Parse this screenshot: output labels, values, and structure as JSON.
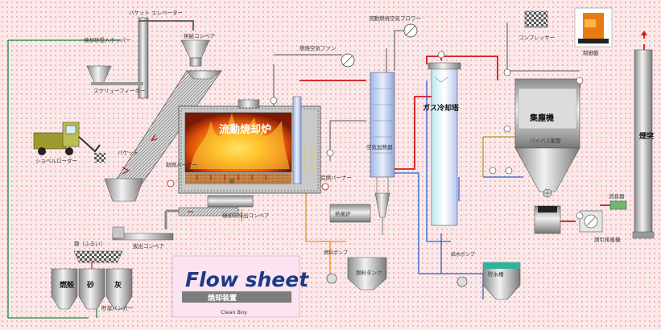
{
  "labels": {
    "bucket_elevator": "バケット エレベーター",
    "sand_hopper": "焼却砂受入ホッパー",
    "screw_feeder": "スクリューフィーダー",
    "supply_conveyor": "供給コンベア",
    "bucket": "バケット",
    "shovel_loader": "ショベルローダー",
    "furnace": "流動焼却炉",
    "startup_burner": "助燃バーナー",
    "sand": "砂",
    "auxiliary_burner": "造燃バーナー",
    "ash_discharge_conveyor": "焼却灰排出コンベア",
    "extraction_conveyor": "抜出コンベア",
    "sieve": "篩（ふるい）",
    "bunker_1": "燃殻",
    "bunker_2": "砂",
    "bunker_3": "灰",
    "storage_bunker": "貯溜バンカー",
    "combustion_fan": "燃焼空気ファン",
    "cooling_blower": "流動燃焼空気ブロワー",
    "air_preheater": "空気加熱器",
    "gas_cooling_tower": "ガス冷却塔",
    "compressor": "コンプレッサー",
    "control_panel": "制御盤",
    "dust_collector": "集塵機",
    "bypass_duct": "バイパス配管",
    "combustion_blower": "熱風炉",
    "fuel_pump": "燃料ポンプ",
    "fuel_tank": "燃料タンク",
    "water_pump": "給水ポンプ",
    "water_tank": "貯水槽",
    "induced_fan": "誘引排風機",
    "silencer": "消音器",
    "chimney": "煙突"
  },
  "title_card": {
    "title": "Flow sheet",
    "subtitle": "焼却装置",
    "product": "Clean Boy"
  },
  "colors": {
    "hot_gas_line": "#d01818",
    "water_line": "#2b62c9",
    "recycle_line": "#1a8a3a",
    "fuel_line": "#e59522",
    "background": "#fbe9ea"
  }
}
